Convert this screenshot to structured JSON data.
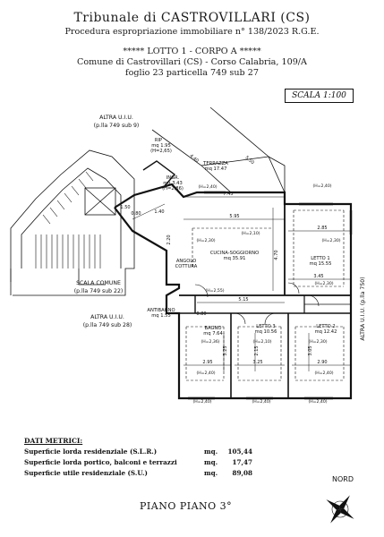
{
  "header": {
    "title": "Tribunale di CASTROVILLARI (CS)",
    "procedure": "Procedura espropriazione immobiliare n° 138/2023 R.G.E.",
    "lot": "***** LOTTO 1 - CORPO A *****",
    "comune": "Comune di Castrovillari (CS) - Corso Calabria, 109/A",
    "foglio": "foglio 23 particella 749 sub 27"
  },
  "scale": "SCALA 1:100",
  "plan": {
    "neighbors": {
      "top_left": [
        "ALTRA U.I.U.",
        "(p.lla 749 sub 9)"
      ],
      "scala_comune": [
        "SCALA COMUNE",
        "(p.lla 749 sub 22)"
      ],
      "bottom_left": [
        "ALTRA U.I.U.",
        "(p.lla 749 sub 28)"
      ],
      "right": "ALTRA U.I.U. (p.lla 750)"
    },
    "rooms": {
      "rip": [
        "RIP",
        "mq 1.95",
        "(H=2,65)"
      ],
      "ingr": [
        "INGR.",
        "mq 3.43",
        "(H=2,86)"
      ],
      "terrazza": [
        "TERRAZZA",
        "mq 17.47"
      ],
      "cucina": [
        "CUCINA-SOGGIORNO",
        "mq 35.91"
      ],
      "angolo": [
        "ANGOLO",
        "COTTURA"
      ],
      "letto1": [
        "LETTO 1",
        "mq 15.55"
      ],
      "antibagno": [
        "ANTIBAGNO",
        "mq 1.55"
      ],
      "bagno": [
        "BAGNO",
        "mq 7.64"
      ],
      "letto3": [
        "LETTO 3",
        "mq 10.56"
      ],
      "letto2": [
        "LETTO 2",
        "mq 12.42"
      ]
    },
    "heights": [
      "(H=2,40)",
      "(H=2,30)",
      "(H=2,10)",
      "(H=2,30)",
      "(H=2,30)",
      "(H=2,55)",
      "(H=2,36)",
      "(H=2,10)",
      "(H=2,30)",
      "(H=2,40)",
      "(H=2,40)",
      "(H=2,40)",
      "(H=2,40)",
      "(H=2,40)"
    ],
    "dimensions": [
      "7.45",
      "5.95",
      "5.15",
      "3.45",
      "2.85",
      "2.95",
      "3.25",
      "2.90",
      "4.70",
      "3.25",
      "1.40",
      "5.50",
      "4.40",
      "0.80",
      "2.20",
      "0.80",
      "1.50",
      "3.05",
      "2.15"
    ]
  },
  "metrics": {
    "title": "DATI METRICI:",
    "rows": [
      {
        "label": "Superficie lorda residenziale  (S.L.R.)",
        "unit": "mq.",
        "value": "105,44"
      },
      {
        "label": "Superficie lorda portico, balconi e terrazzi",
        "unit": "mq.",
        "value": "17,47"
      },
      {
        "label": "Superficie utile residenziale  (S.U.)",
        "unit": "mq.",
        "value": "89,08"
      }
    ]
  },
  "floor": "PIANO PIANO 3°",
  "north": "NORD"
}
